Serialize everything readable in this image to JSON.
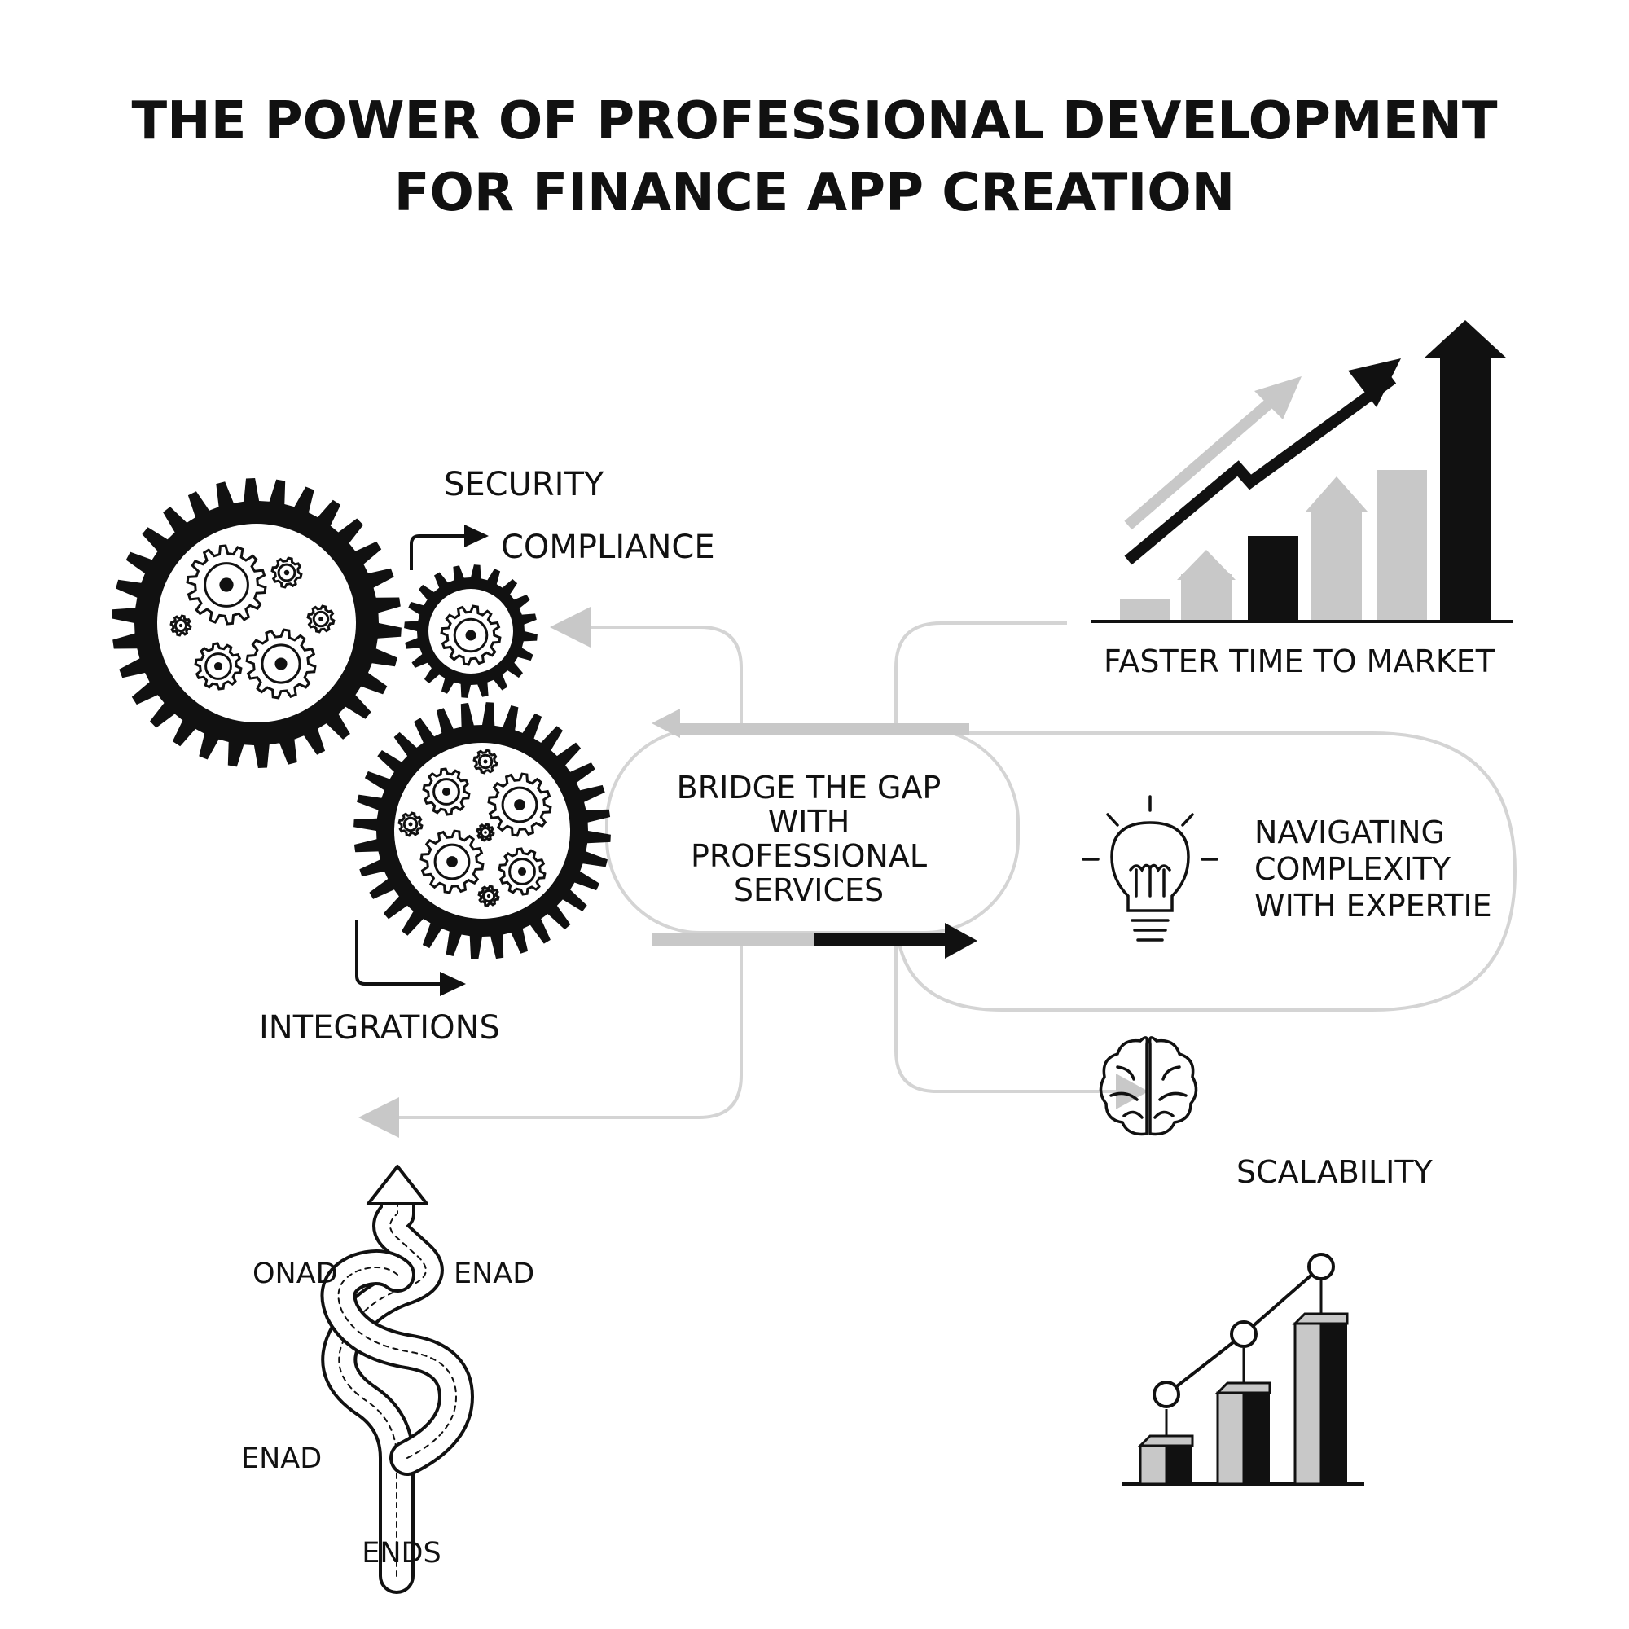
{
  "title": {
    "line1": "THE POWER OF PROFESSIONAL DEVELOPMENT",
    "line2": "FOR FINANCE APP CREATION"
  },
  "left": {
    "security": "SECURITY",
    "compliance": "COMPLIANCE",
    "integrations": "INTEGRATIONS"
  },
  "center": {
    "lines": [
      "BRIDGE THE GAP",
      "WITH",
      "PROFESSIONAL",
      "SERVICES"
    ]
  },
  "right": {
    "faster": "FASTER TIME TO MARKET",
    "navigating": [
      "NAVIGATING",
      "COMPLEXITY",
      "WITH EXPERTIE"
    ],
    "scalability": "SCALABILITY"
  },
  "road": {
    "onad": "ONAD",
    "enad_right": "ENAD",
    "enad_left": "ENAD",
    "ends": "ENDS"
  },
  "icons": [
    "gear-cluster-icon",
    "small-gear-icon",
    "lower-gear-icon",
    "growth-chart-icon",
    "lightbulb-icon",
    "brain-icon",
    "scalability-chart-icon",
    "winding-road-icon"
  ],
  "colors": {
    "ink": "#111111",
    "light": "#c8c8c8",
    "line": "#d4d4d4"
  }
}
